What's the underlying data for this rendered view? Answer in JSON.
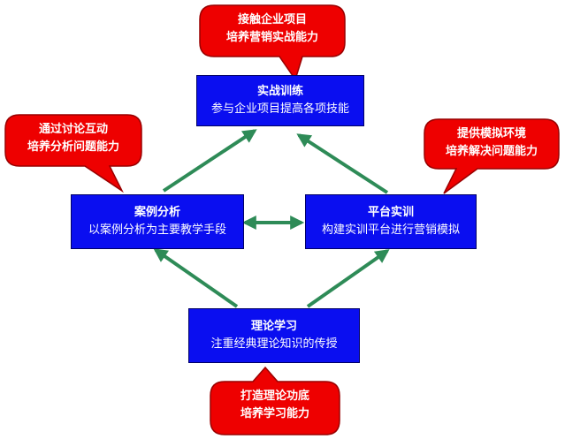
{
  "colors": {
    "box_fill": "#0a0ef0",
    "callout_fill": "#ee0000",
    "arrow": "#2e8b57"
  },
  "boxes": {
    "practice": {
      "title": "实战训练",
      "desc": "参与企业项目提高各项技能"
    },
    "case": {
      "title": "案例分析",
      "desc": "以案例分析为主要教学手段"
    },
    "platform": {
      "title": "平台实训",
      "desc": "构建实训平台进行营销模拟"
    },
    "theory": {
      "title": "理论学习",
      "desc": "注重经典理论知识的传授"
    }
  },
  "callouts": {
    "top": {
      "line1": "接触企业项目",
      "line2": "培养营销实战能力"
    },
    "left": {
      "line1": "通过讨论互动",
      "line2": "培养分析问题能力"
    },
    "right": {
      "line1": "提供模拟环境",
      "line2": "培养解决问题能力"
    },
    "bottom": {
      "line1": "打造理论功底",
      "line2": "培养学习能力"
    }
  }
}
